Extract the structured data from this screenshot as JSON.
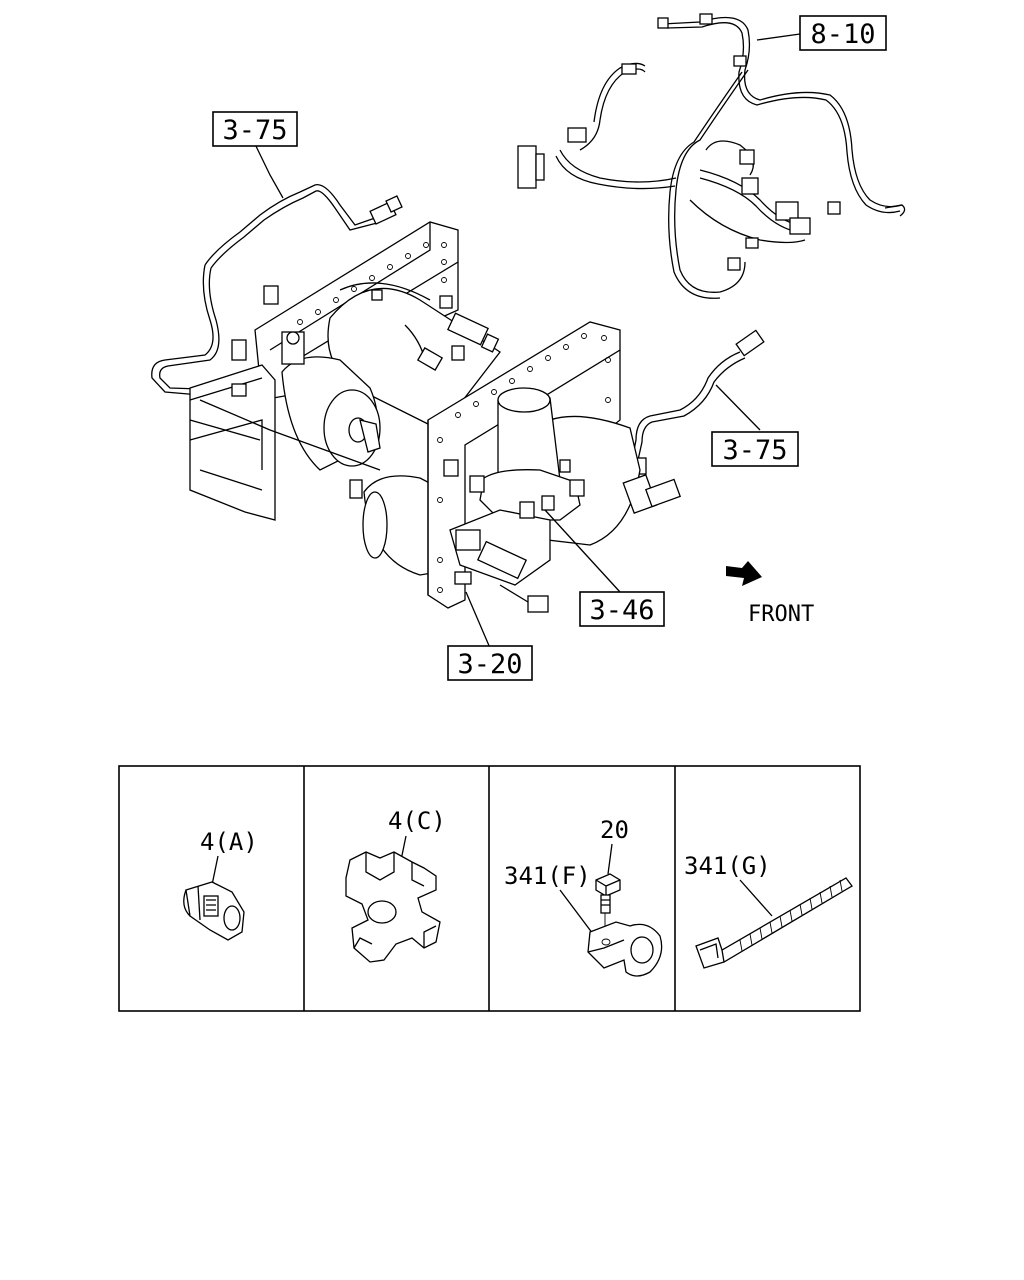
{
  "callouts": [
    {
      "id": "harness",
      "label": "8-10"
    },
    {
      "id": "pipe-left",
      "label": "3-75"
    },
    {
      "id": "pipe-right",
      "label": "3-75"
    },
    {
      "id": "dryer",
      "label": "3-46"
    },
    {
      "id": "bracket",
      "label": "3-20"
    }
  ],
  "direction": {
    "label": "FRONT"
  },
  "parts_panels": [
    {
      "labels": [
        "4(A)"
      ]
    },
    {
      "labels": [
        "4(C)"
      ]
    },
    {
      "labels": [
        "20",
        "341(F)"
      ]
    },
    {
      "labels": [
        "341(G)"
      ]
    }
  ]
}
